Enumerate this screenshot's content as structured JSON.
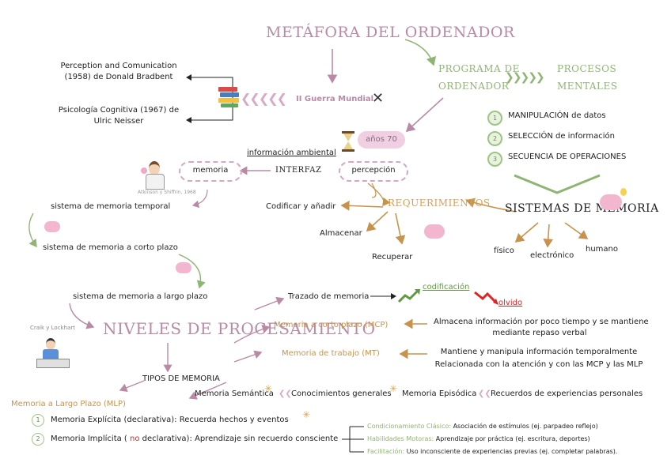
{
  "title": "METÁFORA DEL ORDENADOR",
  "left": {
    "perception_line1": "Perception and Comunication",
    "perception_line2": "(1958)  de Donald Bradbent",
    "psico_line1": "Psicología Cognitiva (1967)  de",
    "psico_line2": "Ulric Neisser",
    "war": "II Guerra Mundial",
    "anos": "años 70",
    "info_ambiental": "información ambiental",
    "interfaz": "INTERFAZ",
    "memoria": "memoria",
    "percepcion": "percepción",
    "atkinson": "Atkinson y Shiffrin, 1968",
    "sist_temporal": "sistema de memoria temporal",
    "sist_corto": "sistema de memoria a corto plazo",
    "sist_largo": "sistema de memoria a largo plazo",
    "craik": "Craik y Lockhart"
  },
  "right": {
    "programa_line1": "PROGRAMA DE",
    "programa_line2": "ORDENADOR",
    "procesos_line1": "PROCESOS",
    "procesos_line2": "MENTALES",
    "steps": [
      {
        "n": "1",
        "label": "MANIPULACIÓN de datos"
      },
      {
        "n": "2",
        "label": "SELECCIÓN de información"
      },
      {
        "n": "3",
        "label": "SECUENCIA DE OPERACIONES"
      }
    ],
    "sistemas": "SISTEMAS DE MEMORIA",
    "fisico": "físico",
    "electronico": "electrónico",
    "humano": "humano"
  },
  "req": {
    "title": "REQUERIMIENTOS",
    "codificar": "Codificar y añadir",
    "almacenar": "Almacenar",
    "recuperar": "Recuperar"
  },
  "niveles": {
    "title": "NIVELES DE PROCESAMIENTO",
    "trazado": "Trazado de memoria",
    "codificacion": "codificación",
    "olvido": "olvido",
    "mcp": "Memoria a corto plazo (MCP)",
    "mcp_desc1": "Almacena información por poco tiempo y se mantiene",
    "mcp_desc2": "mediante repaso verbal",
    "mt": "Memoria de trabajo  (MT)",
    "mt_desc1": "Mantiene y manipula información temporalmente",
    "mt_desc2": "Relacionada con la atención y con las MCP y las MLP"
  },
  "tipos": {
    "title": "TIPOS DE MEMORIA",
    "semantica": "Memoria Semántica",
    "conocimientos": "Conocimientos generales",
    "episodica": "Memoria Episódica",
    "recuerdos": "Recuerdos de experiencias personales",
    "mlp": "Memoria a Largo Plazo (MLP)",
    "explicita_n": "1",
    "explicita": "Memoria Explícita (declarativa):  Recuerda hechos y eventos",
    "implicita_n": "2",
    "implicita_a": "Memoria Implícita ( ",
    "implicita_no": "no",
    "implicita_b": " declarativa): Aprendizaje sin recuerdo consciente",
    "sub": [
      {
        "label": "Condicionamiento Clásico:",
        "desc": "Asociación de estímulos (ej. parpadeo reflejo)"
      },
      {
        "label": "Habilidades Motoras:",
        "desc": "Aprendizaje por práctica (ej. escritura, deportes)"
      },
      {
        "label": "Facilitación:",
        "desc": "Uso inconsciente de experiencias previas (ej. completar palabras)."
      }
    ]
  }
}
